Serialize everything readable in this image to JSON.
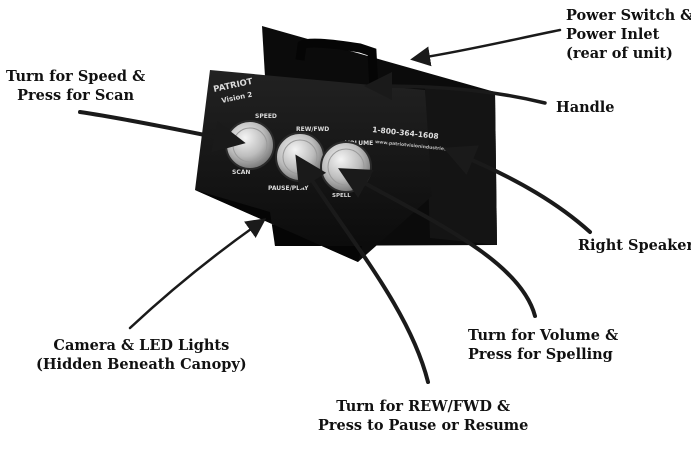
{
  "colors": {
    "device_body": "#0c0c0c",
    "device_panel": "#161616",
    "knob_metal": "#c9c9c9",
    "arrow": "#1a1a1a",
    "label_text": "#111111"
  },
  "callouts": {
    "power": [
      "Power Switch &",
      "Power Inlet",
      "(rear of unit)"
    ],
    "speed": [
      "Turn for Speed &",
      "Press for Scan"
    ],
    "handle": [
      "Handle"
    ],
    "speaker": [
      "Right Speaker"
    ],
    "camera": [
      "Camera & LED Lights",
      "(Hidden Beneath Canopy)"
    ],
    "volume": [
      "Turn for Volume &",
      "Press for Spelling"
    ],
    "rewfwd": [
      "Turn for REW/FWD &",
      "Press to Pause or Resume"
    ]
  },
  "device": {
    "brand_line1": "PATRIOT",
    "brand_line2": "Vision 2",
    "phone": "1-800-364-1608",
    "website": "www.patriotvisionindustries.com",
    "knob_speed_top": "SPEED",
    "knob_speed_bottom": "SCAN",
    "knob_rew_top": "REW/FWD",
    "knob_rew_bottom": "PAUSE/PLAY",
    "knob_vol_top": "VOLUME",
    "knob_vol_bottom": "SPELL"
  }
}
